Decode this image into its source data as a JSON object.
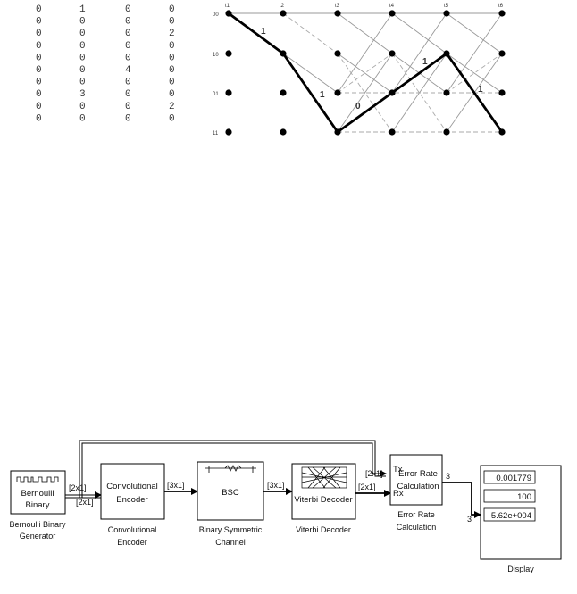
{
  "matrix": {
    "rows": [
      [
        "0",
        "1",
        "0",
        "0"
      ],
      [
        "0",
        "0",
        "0",
        "0"
      ],
      [
        "0",
        "0",
        "0",
        "2"
      ],
      [
        "0",
        "0",
        "0",
        "0"
      ],
      [
        "0",
        "0",
        "0",
        "0"
      ],
      [
        "0",
        "0",
        "4",
        "0"
      ],
      [
        "0",
        "0",
        "0",
        "0"
      ],
      [
        "0",
        "3",
        "0",
        "0"
      ],
      [
        "0",
        "0",
        "0",
        "2"
      ],
      [
        "0",
        "0",
        "0",
        "0"
      ]
    ]
  },
  "trellis": {
    "time_labels": [
      "t1",
      "t2",
      "t3",
      "t4",
      "t5",
      "t6"
    ],
    "state_labels": [
      "00",
      "10",
      "01",
      "11"
    ],
    "branch_labels": [
      "1",
      "1",
      "0",
      "1",
      "1"
    ]
  },
  "simulink": {
    "blocks": {
      "bernoulli": {
        "line1": "Bernoulli",
        "line2": "Binary",
        "caption1": "Bernoulli Binary",
        "caption2": "Generator"
      },
      "conv_encoder": {
        "line1": "Convolutional",
        "line2": "Encoder",
        "caption1": "Convolutional",
        "caption2": "Encoder"
      },
      "bsc": {
        "label": "BSC",
        "caption1": "Binary Symmetric",
        "caption2": "Channel"
      },
      "viterbi": {
        "label": "Viterbi Decoder",
        "caption": "Viterbi Decoder"
      },
      "error_rate": {
        "port_tx": "Tx",
        "port_rx": "Rx",
        "line1": "Error Rate",
        "line2": "Calculation",
        "caption1": "Error Rate",
        "caption2": "Calculation"
      },
      "display": {
        "values": [
          "0.001779",
          "100",
          "5.62e+004"
        ],
        "caption": "Display"
      }
    },
    "signal_labels": {
      "gen_out_top": "[2x1]",
      "gen_out_bottom": "[2x1]",
      "enc_out": "[3x1]",
      "bsc_out": "[3x1]",
      "vit_out": "[2x1]",
      "feedback_in": "[2x1]",
      "err_out": "3",
      "disp_in": "3"
    }
  }
}
